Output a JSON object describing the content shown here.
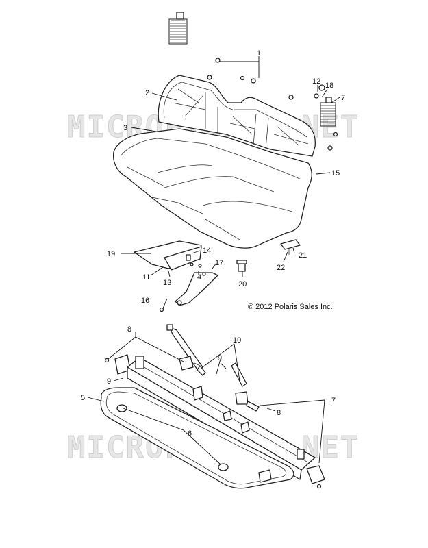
{
  "watermark": "MICROFICHES.NET",
  "copyright": "© 2012 Polaris Sales Inc.",
  "callouts": {
    "c1": "1",
    "c2": "2",
    "c3": "3",
    "c4": "4",
    "c5": "5",
    "c6": "6",
    "c7a": "7",
    "c7b": "7",
    "c8a": "8",
    "c8b": "8",
    "c9a": "9",
    "c9b": "9",
    "c10": "10",
    "c11": "11",
    "c12": "12",
    "c13": "13",
    "c14": "14",
    "c15": "15",
    "c16": "16",
    "c17": "17",
    "c18": "18",
    "c19": "19",
    "c20": "20",
    "c21": "21",
    "c22": "22"
  }
}
